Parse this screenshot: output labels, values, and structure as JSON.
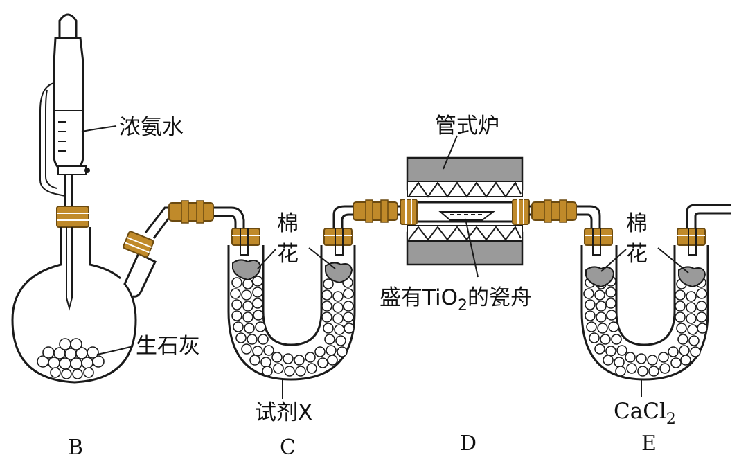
{
  "labels": {
    "ammonia": "浓氨水",
    "quicklime": "生石灰",
    "cotton_c": [
      "棉",
      "花"
    ],
    "cotton_e": [
      "棉",
      "花"
    ],
    "reagent_x": "试剂X",
    "furnace": "管式炉",
    "boat_prefix": "盛有TiO",
    "boat_sub": "2",
    "boat_suffix": "的瓷舟",
    "cacl_main": "CaCl",
    "cacl_sub": "2"
  },
  "apparatus": {
    "b": "B",
    "c": "C",
    "d": "D",
    "e": "E"
  },
  "colors": {
    "connector": "#c08a2a",
    "furnace_block": "#9a9a9a",
    "cotton": "#9a9a9a"
  }
}
